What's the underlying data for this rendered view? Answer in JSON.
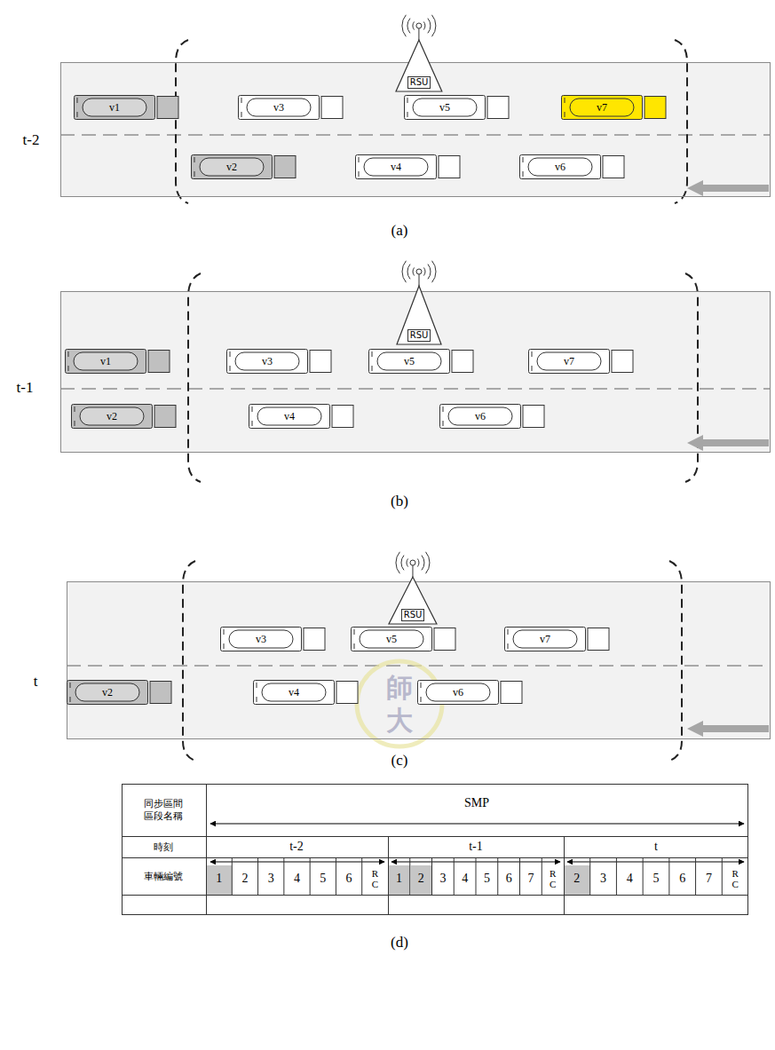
{
  "diagram": {
    "nodes": [
      {
        "text": [
          "t-2"
        ]
      },
      {
        "text": [
          "RSU"
        ],
        "in": 0
      },
      {
        "text": [
          "v1"
        ],
        "in": 0
      },
      {
        "text": [
          "v3"
        ],
        "in": 0
      },
      {
        "text": [
          "v5"
        ],
        "in": 0
      },
      {
        "text": [
          "v7"
        ],
        "in": 0
      },
      {
        "text": [
          "v2"
        ],
        "in": 0
      },
      {
        "text": [
          "v4"
        ],
        "in": 0
      },
      {
        "text": [
          "v6"
        ],
        "in": 0
      },
      {
        "text": [
          "t-1"
        ]
      },
      {
        "text": [
          "RSU"
        ],
        "in": 9
      },
      {
        "text": [
          "v1"
        ],
        "in": 9
      },
      {
        "text": [
          "v3"
        ],
        "in": 9
      },
      {
        "text": [
          "v5"
        ],
        "in": 9
      },
      {
        "text": [
          "v7"
        ],
        "in": 9
      },
      {
        "text": [
          "v2"
        ],
        "in": 9
      },
      {
        "text": [
          "v4"
        ],
        "in": 9
      },
      {
        "text": [
          "v6"
        ],
        "in": 9
      },
      {
        "text": [
          "t"
        ]
      },
      {
        "text": [
          "RSU"
        ],
        "in": 18
      },
      {
        "text": [
          "v3"
        ],
        "in": 18
      },
      {
        "text": [
          "v5"
        ],
        "in": 18
      },
      {
        "text": [
          "v7"
        ],
        "in": 18
      },
      {
        "text": [
          "v2"
        ],
        "in": 18
      },
      {
        "text": [
          "v4"
        ],
        "in": 18
      },
      {
        "text": [
          "v6"
        ],
        "in": 18
      }
    ],
    "labels": [
      "(a)",
      "(b)",
      "(c)",
      "師",
      "大",
      "(d)",
      "同步區間區段名稱",
      "SMP",
      "時刻",
      "t-2",
      "t-1",
      "t",
      "車輛編號",
      "1",
      "2",
      "3",
      "4",
      "5",
      "6",
      "RC",
      "1",
      "2",
      "3",
      "4",
      "5",
      "6",
      "7",
      "RC",
      "2",
      "3",
      "4",
      "5",
      "6",
      "7",
      "RC"
    ]
  }
}
